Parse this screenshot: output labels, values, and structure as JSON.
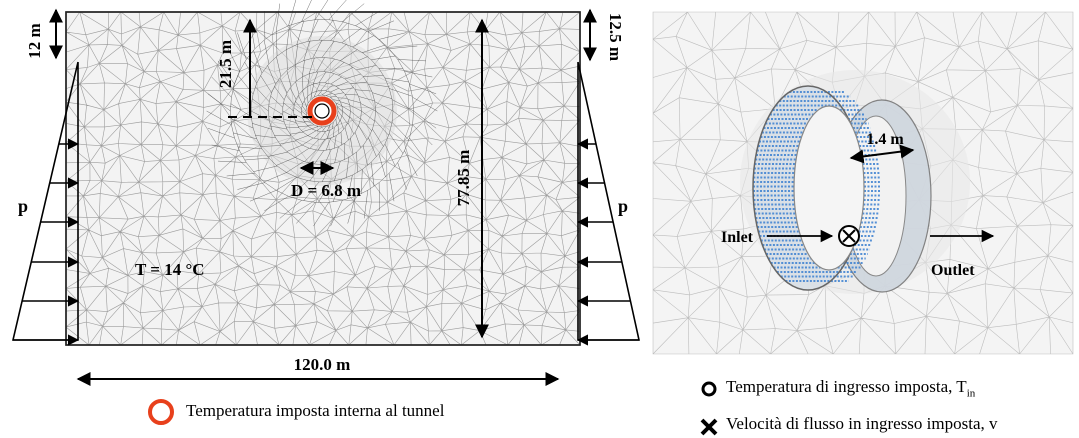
{
  "left_panel": {
    "dim_top_left": "12 m",
    "dim_top_right": "12.5 m",
    "dim_depth": "21.5 m",
    "dim_diameter": "D = 6.8 m",
    "dim_height": "77.85 m",
    "dim_width": "120.0 m",
    "pressure_left": "p",
    "pressure_right": "p",
    "temperature": "T = 14 °C"
  },
  "right_panel": {
    "dim_ring": "1.4 m",
    "inlet": "Inlet",
    "outlet": "Outlet"
  },
  "legend": {
    "tunnel_temperature": "Temperatura imposta interna al tunnel",
    "inlet_temperature": "Temperatura di ingresso imposta, T",
    "inlet_temperature_sub": "in",
    "inlet_velocity": "Velocità di flusso in ingresso imposta, v"
  },
  "colors": {
    "tunnel_ring": "#e8401c",
    "mesh": "#7a7a7a",
    "ring_blue": "#3a7fd0"
  }
}
